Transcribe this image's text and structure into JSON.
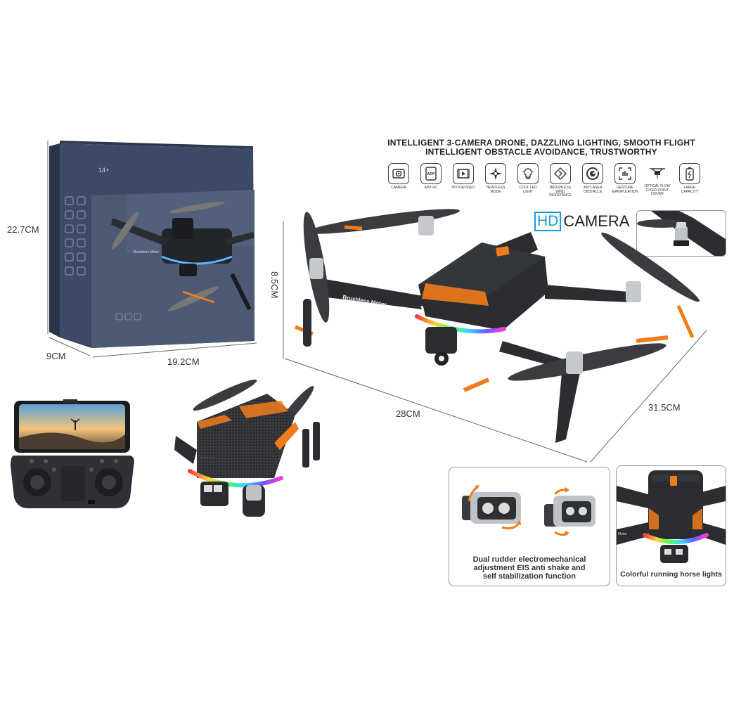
{
  "dimensions": {
    "box_height": "22.7CM",
    "box_depth": "9CM",
    "box_width": "19.2CM",
    "drone_height": "8.5CM",
    "drone_width": "28CM",
    "drone_length": "31.5CM"
  },
  "headline": {
    "line1": "INTELLIGENT 3-CAMERA DRONE, DAZZLING LIGHTING, SMOOTH FLIGHT",
    "line2": "INTELLIGENT OBSTACLE AVOIDANCE, TRUSTWORTHY"
  },
  "features": [
    {
      "icon": "camera-icon",
      "label": "CAMERA"
    },
    {
      "icon": "app-icon",
      "label": "APP-RC",
      "glyph": "APP"
    },
    {
      "icon": "video-icon",
      "label": "HOTO&VIDEO"
    },
    {
      "icon": "headless-mode-icon",
      "label": "HEADLESS MODE"
    },
    {
      "icon": "led-light-icon",
      "label": "COOL LED LIGHT"
    },
    {
      "icon": "brushless-icon",
      "label": "BRUSHLESS WIND RESISTANCE"
    },
    {
      "icon": "laser-obstacle-icon",
      "label": "360°LASER OBSTACLE"
    },
    {
      "icon": "gesture-icon",
      "label": "GESTURE MANIPULATION"
    },
    {
      "icon": "optical-flow-icon",
      "label": "OPTICAL FLOW FIXED-POINT HOVER"
    },
    {
      "icon": "battery-icon",
      "label": "LARGE CAPACITY"
    }
  ],
  "hd_badge": {
    "hd": "HD",
    "text": "CAMERA"
  },
  "drone_arm_label": "Brushless Motor",
  "package": {
    "age_label": "14+"
  },
  "captions": {
    "gimbal": "Dual rudder electromechanical adjustment EIS anti shake and self stabilization function",
    "lights": "Colorful running horse lights"
  },
  "colors": {
    "accent_orange": "#f07c1c",
    "hd_blue": "#1a9bd7",
    "drone_body": "#2b2d31",
    "box_navy": "#3d4a66"
  }
}
